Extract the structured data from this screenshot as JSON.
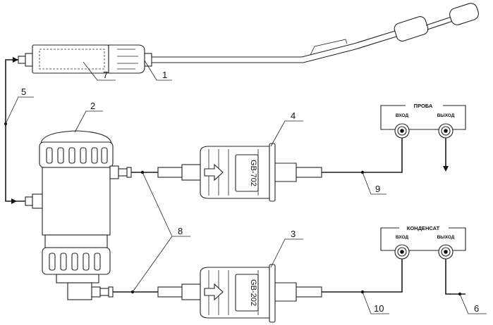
{
  "callouts": {
    "c1": "1",
    "c2": "2",
    "c3": "3",
    "c4": "4",
    "c5": "5",
    "c6": "6",
    "c7": "7",
    "c8": "8",
    "c9": "9",
    "c10": "10"
  },
  "panels": {
    "probe": {
      "title": "ПРОБА",
      "inlet": "ВХОД",
      "outlet": "ВЫХОД"
    },
    "condensate": {
      "title": "КОНДЕНСАТ",
      "inlet": "ВХОД",
      "outlet": "ВЫХОД"
    }
  },
  "filters": {
    "upper": {
      "label": "GB-702"
    },
    "lower": {
      "label": "GB-202"
    }
  }
}
